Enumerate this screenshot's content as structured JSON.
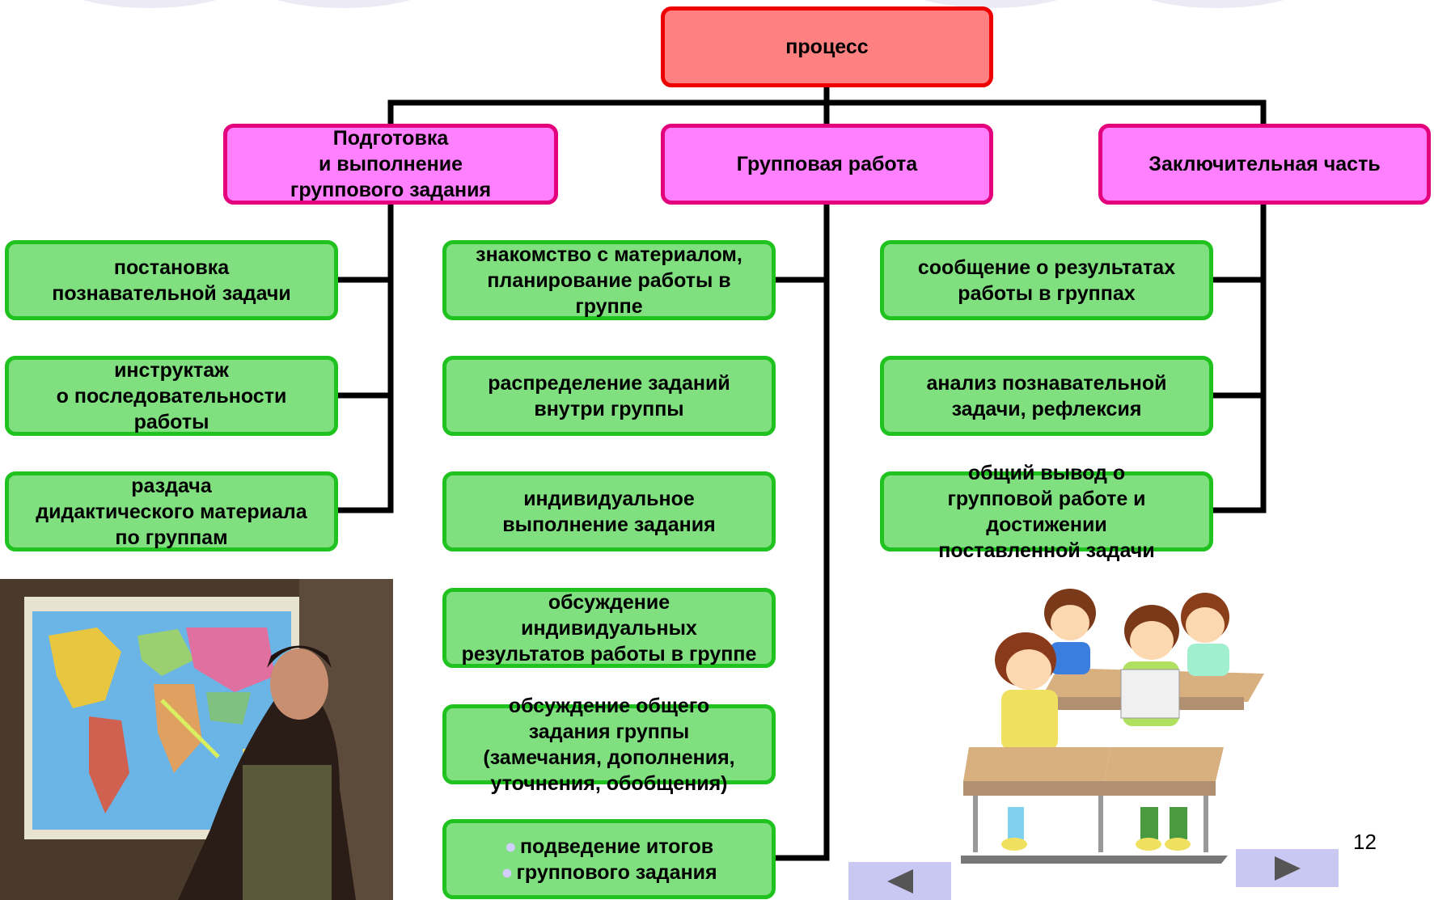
{
  "diagram": {
    "root": "процесс",
    "phases": [
      {
        "lines": [
          "Подготовка",
          "и выполнение",
          "группового задания"
        ]
      },
      {
        "lines": [
          "Групповая работа"
        ]
      },
      {
        "lines": [
          "Заключительная часть"
        ]
      }
    ],
    "preparation_steps": [
      {
        "lines": [
          "постановка",
          "познавательной задачи"
        ]
      },
      {
        "lines": [
          "инструктаж",
          "о последовательности",
          "работы"
        ]
      },
      {
        "lines": [
          "раздача",
          "дидактического материала",
          "по группам"
        ]
      }
    ],
    "group_work_steps": [
      {
        "lines": [
          "знакомство с материалом,",
          "планирование работы в",
          "группе"
        ]
      },
      {
        "lines": [
          "распределение заданий",
          "внутри группы"
        ]
      },
      {
        "lines": [
          "индивидуальное",
          "выполнение задания"
        ]
      },
      {
        "lines": [
          "обсуждение",
          "индивидуальных",
          "результатов работы в группе"
        ]
      },
      {
        "lines": [
          "обсуждение общего",
          "задания группы",
          "(замечания, дополнения,",
          "уточнения, обобщения)"
        ]
      },
      {
        "lines": [
          "подведение итогов",
          "группового задания"
        ]
      }
    ],
    "final_steps": [
      {
        "lines": [
          "сообщение о результатах",
          "работы в группах"
        ]
      },
      {
        "lines": [
          "анализ познавательной",
          "задачи, рефлексия"
        ]
      },
      {
        "lines": [
          "общий вывод о",
          "групповой работе и",
          "достижении",
          "поставленной задачи"
        ]
      }
    ]
  },
  "slide": {
    "page_number": "12"
  },
  "colors": {
    "root_fill": "#ff8080",
    "phase_fill": "#ff80ff",
    "step_fill": "#80e080",
    "nav_fill": "#c9c8f2"
  },
  "icons": {
    "prev": "triangle-left",
    "next": "triangle-right",
    "bullet": "dot"
  }
}
